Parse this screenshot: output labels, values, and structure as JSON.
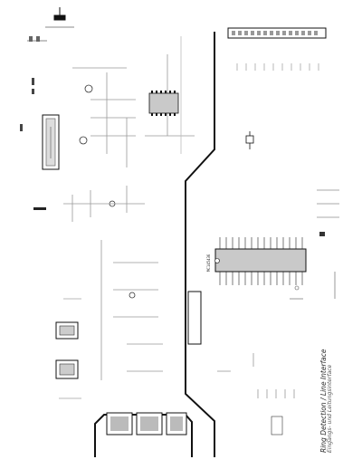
{
  "sheet": {
    "title": "Ring Detection / Line Interface",
    "subtitle": "Eingangs- und Leitungsinterface",
    "ic_label": "MC145436"
  },
  "colors": {
    "line": "#111111",
    "faint": "#777777",
    "chip": "#c9c9c9",
    "background": "#ffffff"
  }
}
